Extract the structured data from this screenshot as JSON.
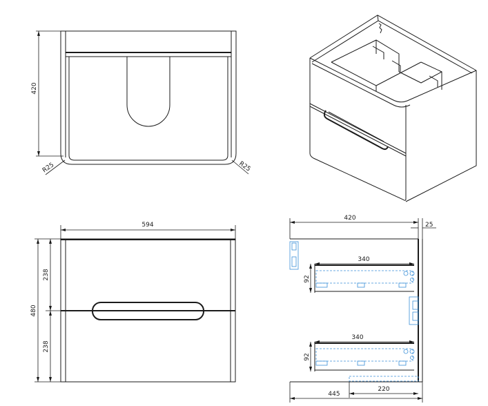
{
  "top_view": {
    "depth_label": "420",
    "radius_left": "R25",
    "radius_right": "R25"
  },
  "front_view": {
    "width_label": "594",
    "height_label": "480",
    "upper_drawer_label": "238",
    "lower_drawer_label": "238"
  },
  "side_view": {
    "depth_label": "420",
    "offset_label": "25",
    "upper_runner_label": "340",
    "upper_gap_label": "92",
    "lower_runner_label": "340",
    "lower_gap_label": "92",
    "bottom_inner_label": "220",
    "bottom_total_label": "445"
  },
  "colors": {
    "line": "#1a1a1a",
    "hardware": "#3a8fd8"
  }
}
